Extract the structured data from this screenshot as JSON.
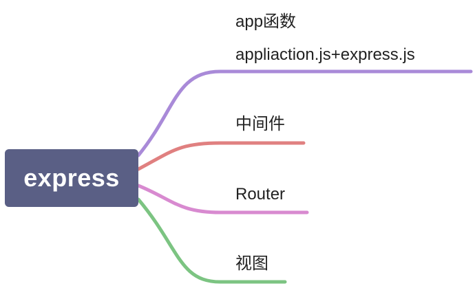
{
  "root": {
    "label": "express",
    "color": "#5a5f85"
  },
  "branches": [
    {
      "lines": [
        "app函数",
        "appliaction.js+express.js"
      ],
      "color": "#a98ad8"
    },
    {
      "lines": [
        "中间件"
      ],
      "color": "#e08080"
    },
    {
      "lines": [
        "Router"
      ],
      "color": "#d88ad0"
    },
    {
      "lines": [
        "视图"
      ],
      "color": "#7cc482"
    }
  ]
}
